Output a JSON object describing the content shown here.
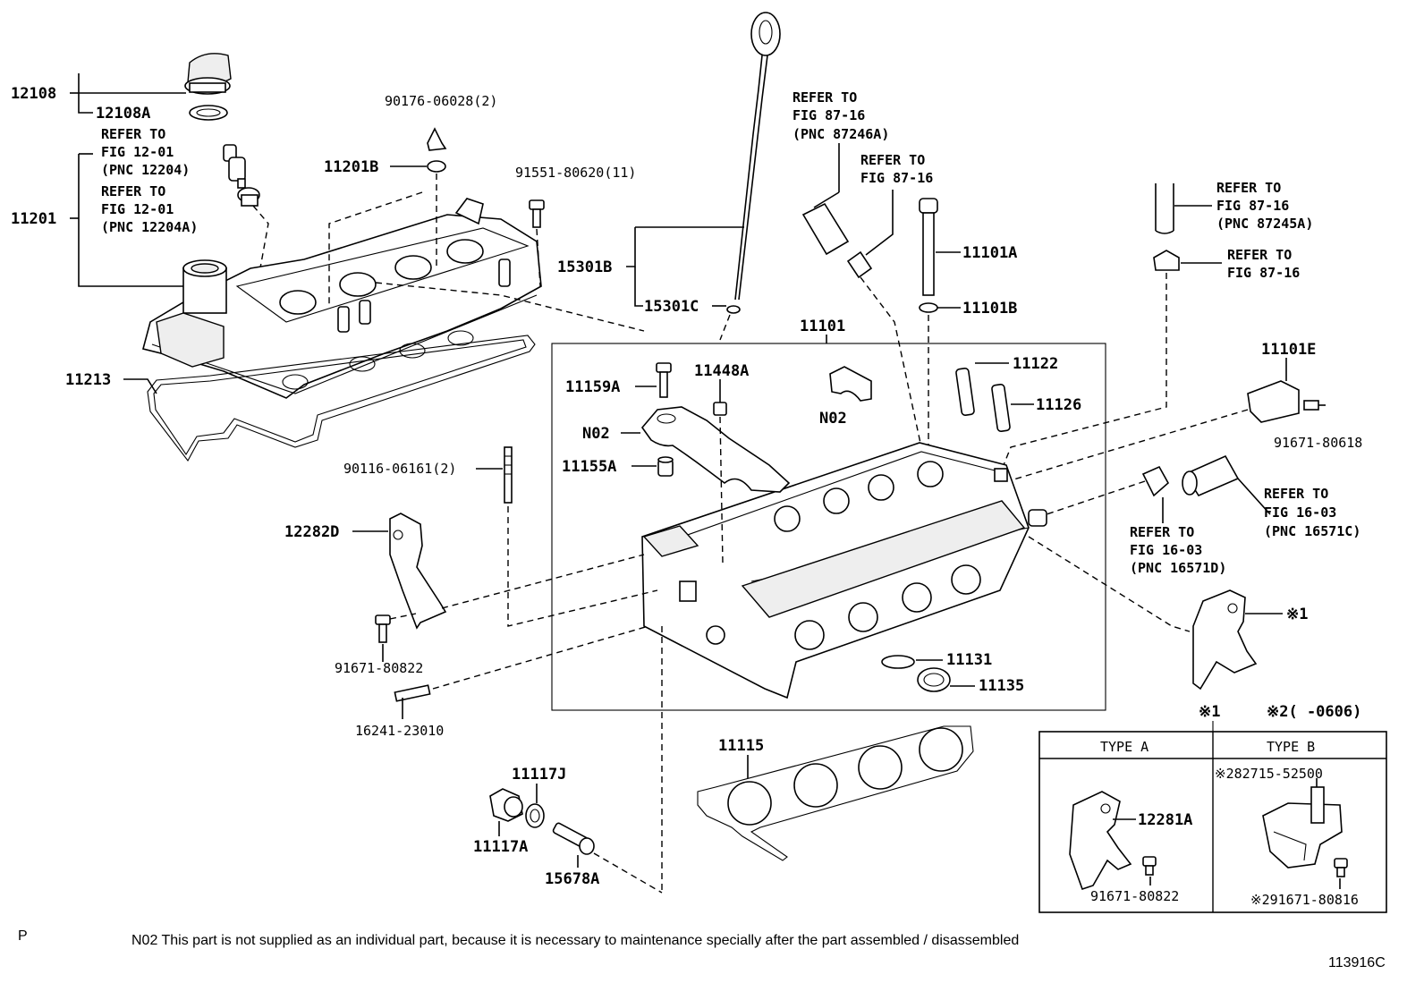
{
  "labels": {
    "p12108": "12108",
    "p12108A": "12108A",
    "p11201": "11201",
    "p11201B": "11201B",
    "p90176": "90176-06028(2)",
    "p91551": "91551-80620(11)",
    "p15301B": "15301B",
    "p15301C": "15301C",
    "p11213": "11213",
    "p11101": "11101",
    "p11101A": "11101A",
    "p11101B": "11101B",
    "p11101E": "11101E",
    "p91671_80618": "91671-80618",
    "p11159A": "11159A",
    "p11448A": "11448A",
    "p11122": "11122",
    "p11126": "11126",
    "pN02a": "N02",
    "pN02b": "N02",
    "p11155A": "11155A",
    "p90116": "90116-06161(2)",
    "p12282D": "12282D",
    "p91671_80822": "91671-80822",
    "p16241": "16241-23010",
    "p11131": "11131",
    "p11135": "11135",
    "p11115": "11115",
    "p11117J": "11117J",
    "p11117A": "11117A",
    "p15678A": "15678A",
    "mark1": "※1",
    "mark2": "※2(     -0606)"
  },
  "refs": {
    "r1": [
      "REFER TO",
      "FIG 12-01",
      "(PNC 12204)"
    ],
    "r2": [
      "REFER TO",
      "FIG 12-01",
      "(PNC 12204A)"
    ],
    "r3": [
      "REFER TO",
      "FIG 87-16",
      "(PNC 87246A)"
    ],
    "r4": [
      "REFER TO",
      "FIG 87-16"
    ],
    "r5": [
      "REFER TO",
      "FIG 87-16",
      "(PNC 87245A)"
    ],
    "r6": [
      "REFER TO",
      "FIG 87-16"
    ],
    "r7": [
      "REFER TO",
      "FIG 16-03",
      "(PNC 16571C)"
    ],
    "r8": [
      "REFER TO",
      "FIG 16-03",
      "(PNC 16571D)"
    ]
  },
  "type_table": {
    "header_a": "TYPE A",
    "header_b": "TYPE B",
    "a_part": "12281A",
    "a_bolt": "91671-80822",
    "b_part": "※282715-52500",
    "b_bolt": "※291671-80816"
  },
  "footer": {
    "p_mark": "P",
    "note": "N02  This part is not supplied as an individual part, because it is necessary to maintenance specially after the part assembled / disassembled",
    "figure_id": "113916C"
  }
}
